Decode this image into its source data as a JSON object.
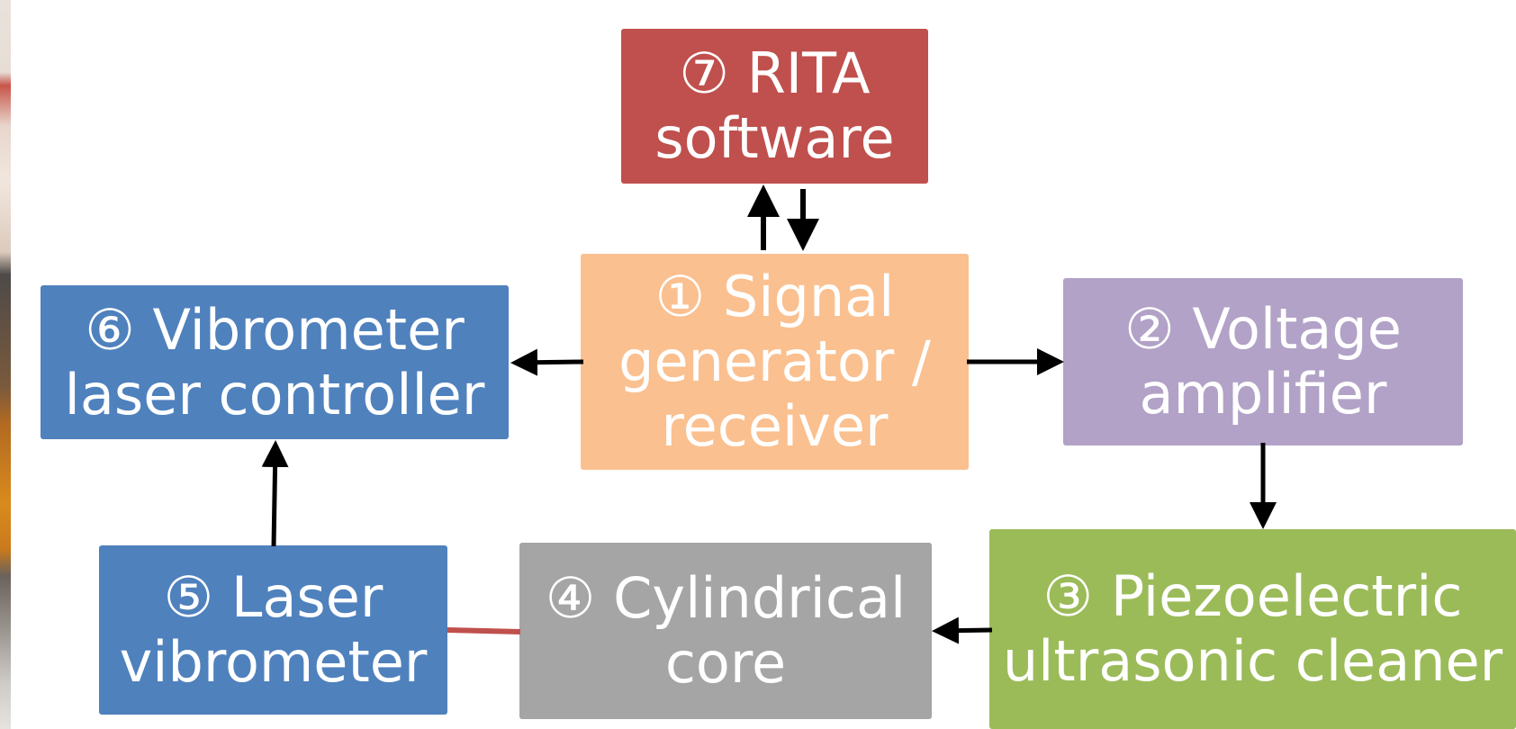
{
  "colors": {
    "rita": "#c0504d",
    "signal": "#fac090",
    "amplifier": "#b2a2c7",
    "controller": "#4f81bd",
    "laser": "#4f81bd",
    "core": "#a5a5a5",
    "cleaner": "#9bbb59",
    "arrow": "#000000",
    "optical_link": "#c0504d"
  },
  "nodes": {
    "rita": "⑦ RITA\nsoftware",
    "signal": "① Signal\ngenerator /\nreceiver",
    "amplifier": "② Voltage\namplifier",
    "cleaner": "③ Piezoelectric\nultrasonic cleaner",
    "core": "④ Cylindrical\ncore",
    "laser": "⑤ Laser\nvibrometer",
    "controller": "⑥ Vibrometer\nlaser controller"
  }
}
